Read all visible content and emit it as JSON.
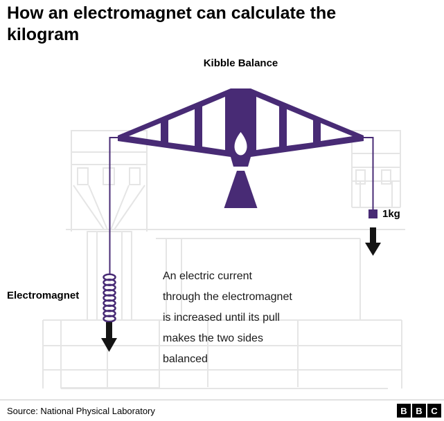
{
  "title": "How an electromagnet can calculate the kilogram",
  "diagram": {
    "balance_label": "Kibble Balance",
    "electromagnet_label": "Electromagnet",
    "mass_label": "1kg",
    "annotation_lines": [
      "An electric current",
      "through the electromagnet",
      "is increased until its pull",
      "makes the two sides",
      "balanced"
    ],
    "icons": {
      "balance_beam": "kibble-balance-beam-icon",
      "electromagnet_coil": "coil-icon",
      "mass_square": "mass-square-icon",
      "left_arrow": "down-arrow-icon",
      "right_arrow": "down-arrow-icon"
    }
  },
  "footer": {
    "source": "Source: National Physical Laboratory",
    "logo_letters": [
      "B",
      "B",
      "C"
    ]
  },
  "colors": {
    "purple": "#482b75",
    "arrow": "#141414",
    "sketch_grey": "#e5e5e5",
    "divider": "#c8c8c8"
  }
}
